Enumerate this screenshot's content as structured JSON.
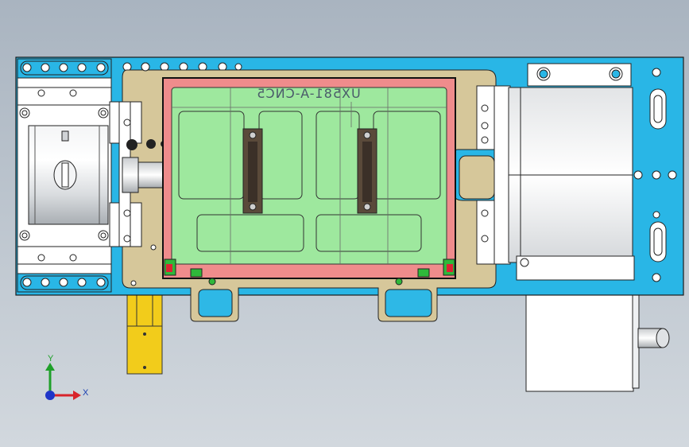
{
  "drawing": {
    "part_label": "UX581-A-CNC5"
  },
  "triad": {
    "x_label": "X",
    "y_label": "Y"
  },
  "colors": {
    "background_top": "#a9b4c0",
    "background_bottom": "#cfd5dc",
    "base_plate": "#29b6e6",
    "carrier_plate": "#d6c79a",
    "fixture_frame": "#ef8c8c",
    "pocket_green": "#9ee89e",
    "rail_dark": "#5a4a3a",
    "bracket_yellow": "#f2cc1b",
    "steel_light": "#e6e8ea",
    "steel_mid": "#c4c8cc"
  }
}
